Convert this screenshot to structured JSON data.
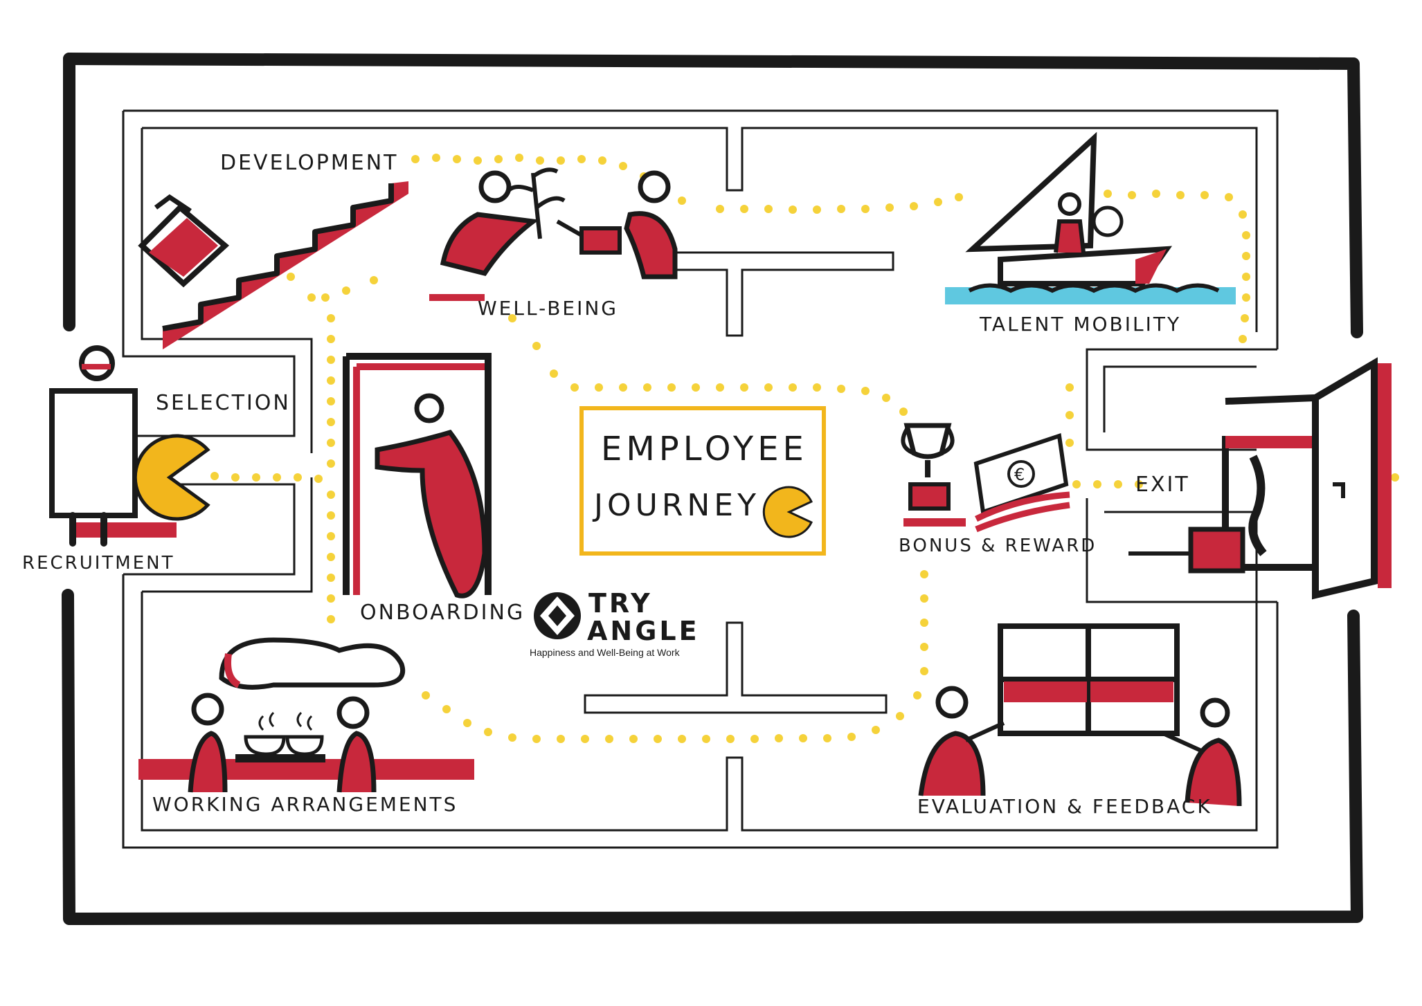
{
  "colors": {
    "ink": "#1a1a1a",
    "accent_red": "#c8283c",
    "accent_yellow": "#f2b61c",
    "dot_yellow": "#f5d23a",
    "water_blue": "#5fc8e0"
  },
  "title": {
    "line1": "EMPLOYEE",
    "line2": "JOURNEY"
  },
  "stages": {
    "recruitment": "RECRUITMENT",
    "selection": "SELECTION",
    "onboarding": "ONBOARDING",
    "development": "DEVELOPMENT",
    "well_being": "WELL-BEING",
    "talent_mobility": "TALENT MOBILITY",
    "bonus_reward": "BONUS & REWARD",
    "exit": "EXIT",
    "evaluation_feedback": "EVALUATION & FEEDBACK",
    "working_arrangements": "WORKING ARRANGEMENTS"
  },
  "logo": {
    "line1": "TRY",
    "line2": "ANGLE",
    "tagline": "Happiness and Well-Being at Work"
  },
  "icons": {
    "pacman": "pacman-icon",
    "euro": "€"
  }
}
